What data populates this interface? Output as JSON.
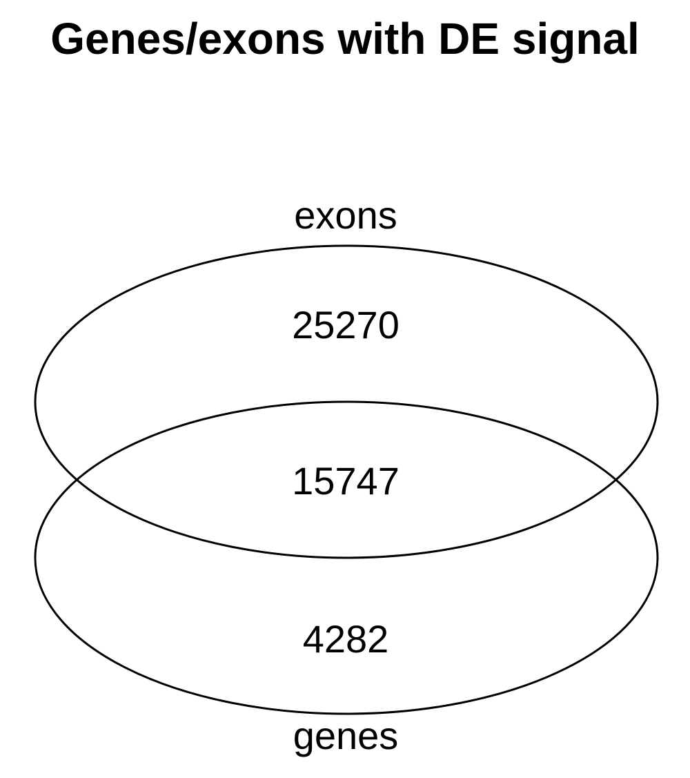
{
  "title": "Genes/exons with DE signal",
  "sets": [
    {
      "name": "exons",
      "label": "exons"
    },
    {
      "name": "genes",
      "label": "genes"
    }
  ],
  "regions": {
    "exons_only": "25270",
    "intersection": "15747",
    "genes_only": "4282"
  },
  "colors": {
    "outline": "#000000",
    "background": "#ffffff",
    "text": "#000000"
  }
}
